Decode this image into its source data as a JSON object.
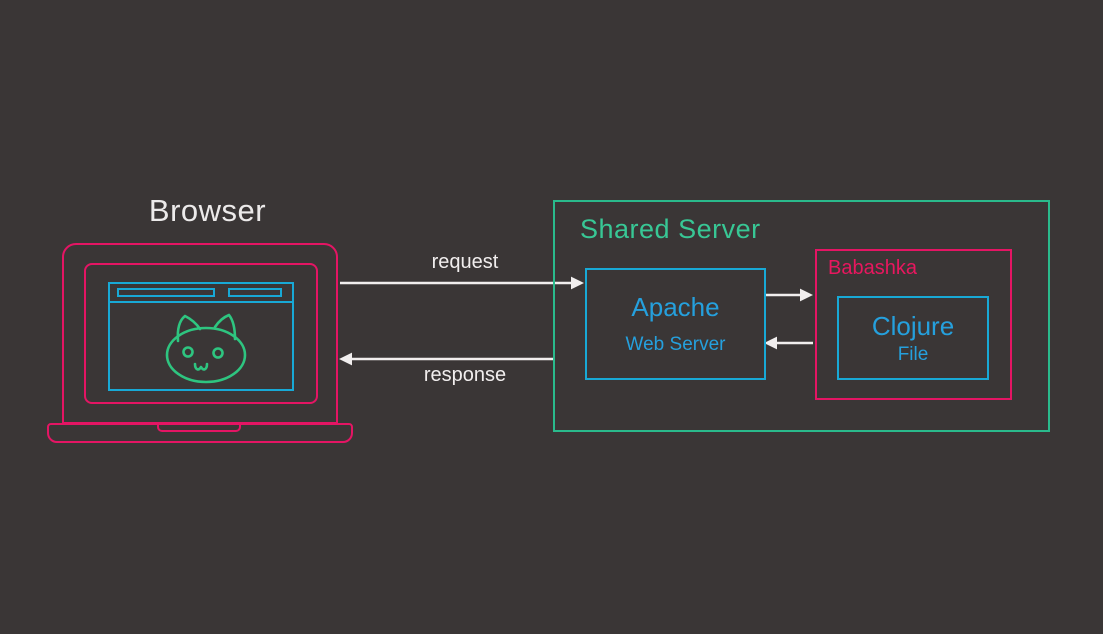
{
  "colors": {
    "background": "#3a3636",
    "pink": "#e41564",
    "cyan_border": "#18a9d6",
    "cyan_text": "#25a0dd",
    "green_border": "#2aba8c",
    "green_text": "#38c795",
    "cat_green": "#2ec580",
    "arrow_white": "#f1eeee"
  },
  "browser": {
    "title": "Browser"
  },
  "arrows": {
    "request": "request",
    "response": "response"
  },
  "shared_server": {
    "title": "Shared Server",
    "apache": {
      "name": "Apache",
      "subtitle": "Web Server"
    },
    "babashka": {
      "name": "Babashka",
      "clojure": {
        "name": "Clojure",
        "subtitle": "File"
      }
    }
  }
}
